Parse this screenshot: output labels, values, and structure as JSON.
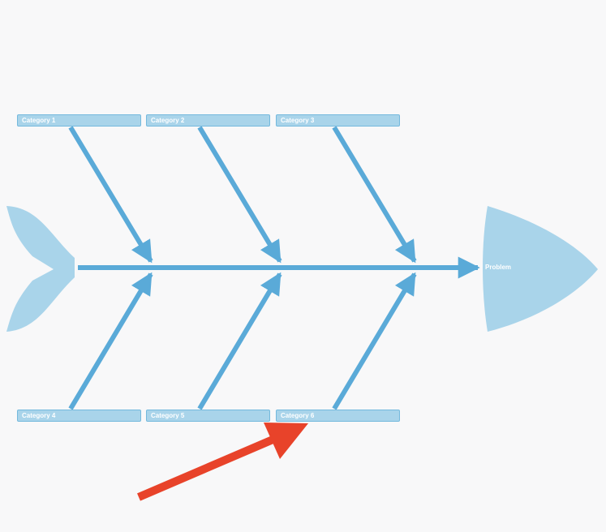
{
  "diagram": {
    "type": "fishbone",
    "problem_label": "Problem",
    "categories": [
      {
        "label": "Category 1"
      },
      {
        "label": "Category 2"
      },
      {
        "label": "Category 3"
      },
      {
        "label": "Category 4"
      },
      {
        "label": "Category 5"
      },
      {
        "label": "Category 6"
      }
    ]
  },
  "colors": {
    "background": "#f8f8f9",
    "bone": "#5aaad8",
    "shape_fill": "#a9d4ea",
    "label_text": "#ffffff",
    "callout_arrow": "#e8432a"
  }
}
